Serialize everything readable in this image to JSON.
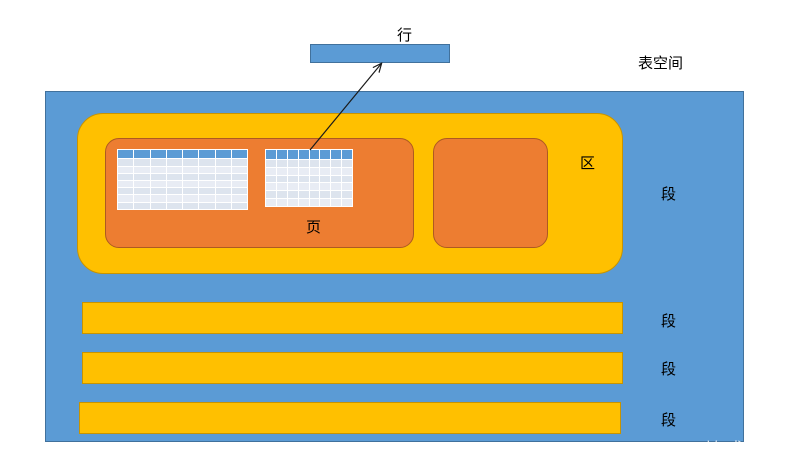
{
  "labels": {
    "row": "行",
    "tablespace": "表空间",
    "extent": "区",
    "page": "页",
    "segments": [
      "段",
      "段",
      "段",
      "段"
    ]
  },
  "watermark": "CSDN @一叶知求",
  "colors": {
    "tablespace_blue": "#5b9bd5",
    "extent_yellow": "#ffc000",
    "page_orange": "#ed7d31",
    "row_blue": "#5b9bd5",
    "table_header_blue": "#5b9bd5",
    "table_cell_gray": "#dde4ee"
  }
}
